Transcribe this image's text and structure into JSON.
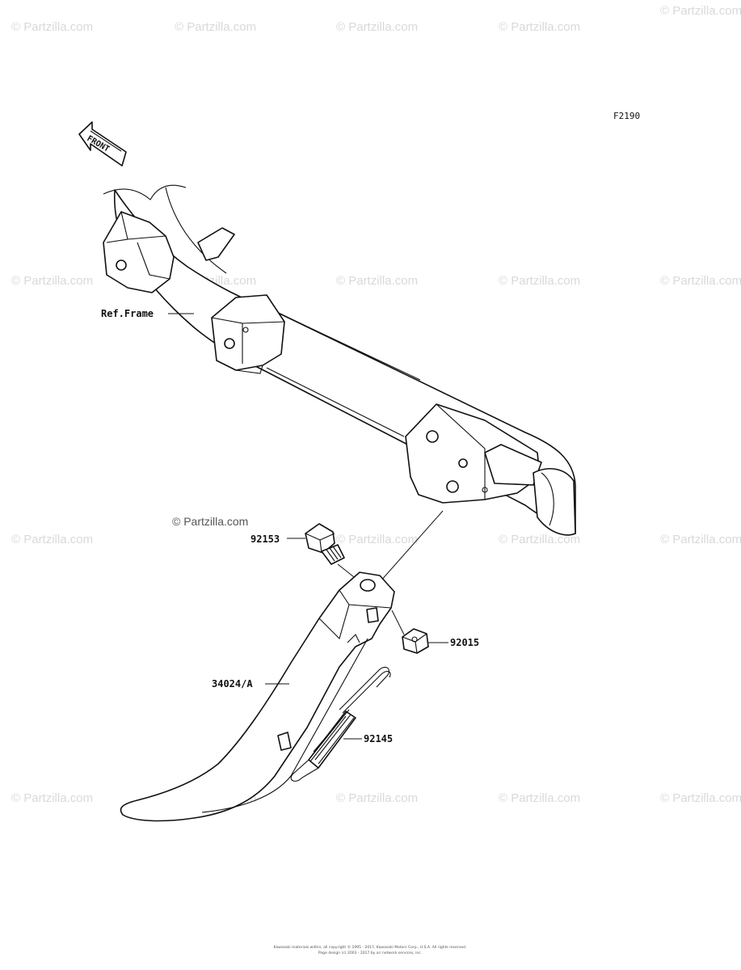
{
  "figure_code": "F2190",
  "front_label": "FRONT",
  "watermark_text": "© Partzilla.com",
  "labels": {
    "frame": "Ref.Frame",
    "bolt": "92153",
    "nut": "92015",
    "stand": "34024/A",
    "spring": "92145"
  },
  "footer": {
    "line1": "Kawasaki materials within, all copyright © 1995 - 2017, Kawasaki Motors Corp., U.S.A. All rights reserved.",
    "line2": "Page design (c) 2003 - 2017 by ari network services, inc."
  },
  "colors": {
    "line": "#111111",
    "watermark": "#d9d9d9"
  }
}
